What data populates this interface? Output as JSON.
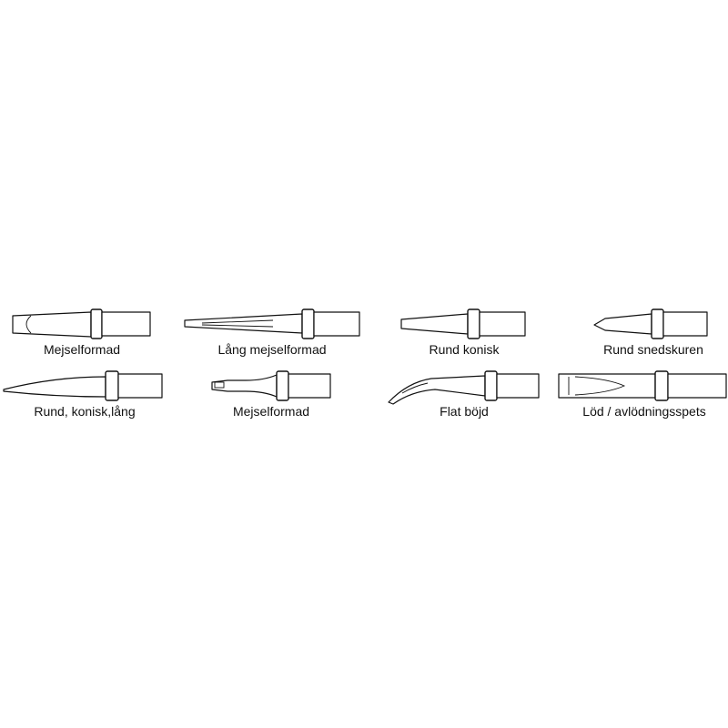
{
  "tips": [
    {
      "id": "chisel-1",
      "label": "Mejselformad"
    },
    {
      "id": "long-chisel",
      "label": "Lång mejselformad"
    },
    {
      "id": "round-conical",
      "label": "Rund konisk"
    },
    {
      "id": "round-bevel",
      "label": "Rund snedskuren"
    },
    {
      "id": "round-conical-long",
      "label": "Rund, konisk,lång"
    },
    {
      "id": "chisel-2",
      "label": "Mejselformad"
    },
    {
      "id": "flat-bent",
      "label": "Flat böjd"
    },
    {
      "id": "solder-desolder",
      "label": "Löd / avlödningsspets"
    }
  ]
}
